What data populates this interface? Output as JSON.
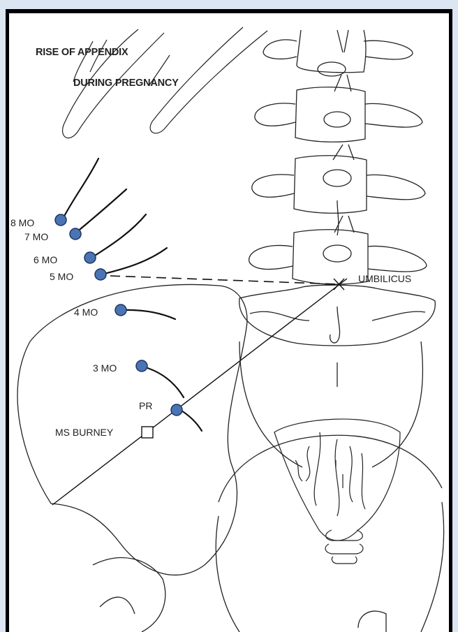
{
  "title_line1": "RISE OF APPENDIX",
  "title_line2": "DURING PREGNANCY",
  "month_labels": [
    "8 MO",
    "7 MO",
    "6 MO",
    "5 MO",
    "4 MO",
    "3 MO"
  ],
  "pr_label": "PR",
  "mcburney_label": "MS BURNEY",
  "umbilicus_label": "UMBILICUS",
  "colors": {
    "marker_fill": "#4a74b4",
    "marker_stroke": "#1d3560",
    "line": "#111111",
    "frame": "#000000",
    "background": "#dce6f2"
  }
}
